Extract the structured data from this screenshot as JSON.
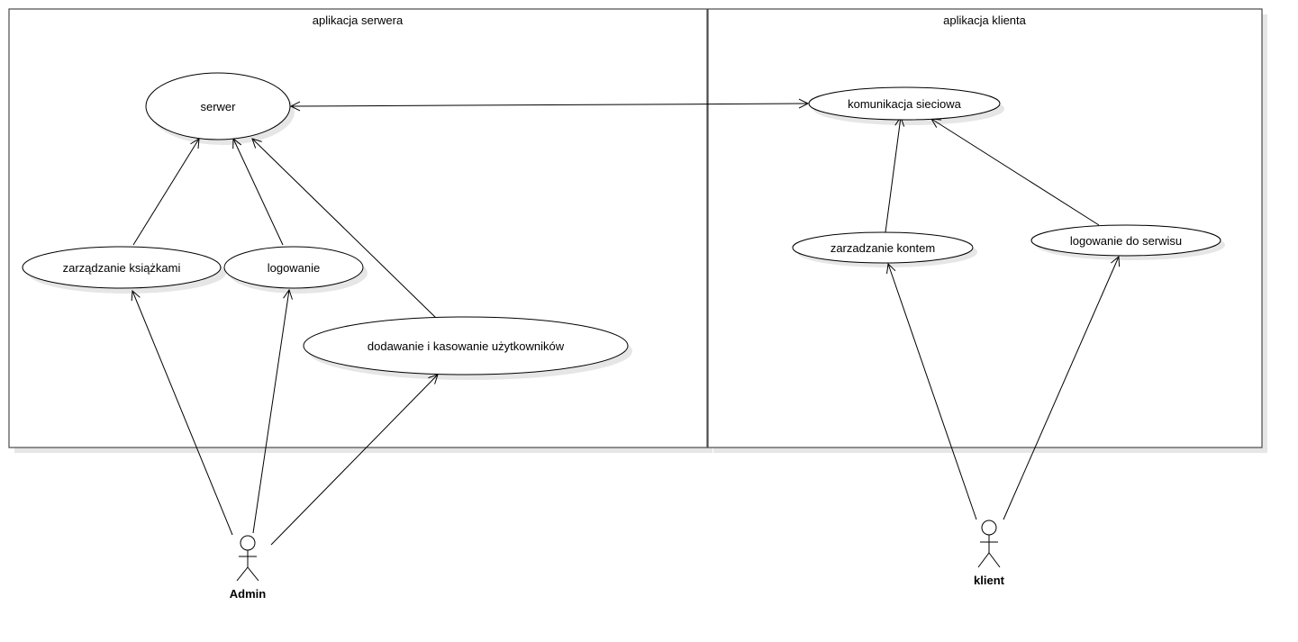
{
  "systems": {
    "server": {
      "title": "aplikacja serwera"
    },
    "client": {
      "title": "aplikacja klienta"
    }
  },
  "use_cases": {
    "serwer": "serwer",
    "zarzadzanie_ksiazkami": "zarządzanie książkami",
    "logowanie": "logowanie",
    "dodawanie": "dodawanie i kasowanie użytkowników",
    "komunikacja": "komunikacja sieciowa",
    "zarzadzanie_kontem": "zarzadzanie kontem",
    "logowanie_serwis": "logowanie do serwisu"
  },
  "actors": {
    "admin": "Admin",
    "klient": "klient"
  }
}
